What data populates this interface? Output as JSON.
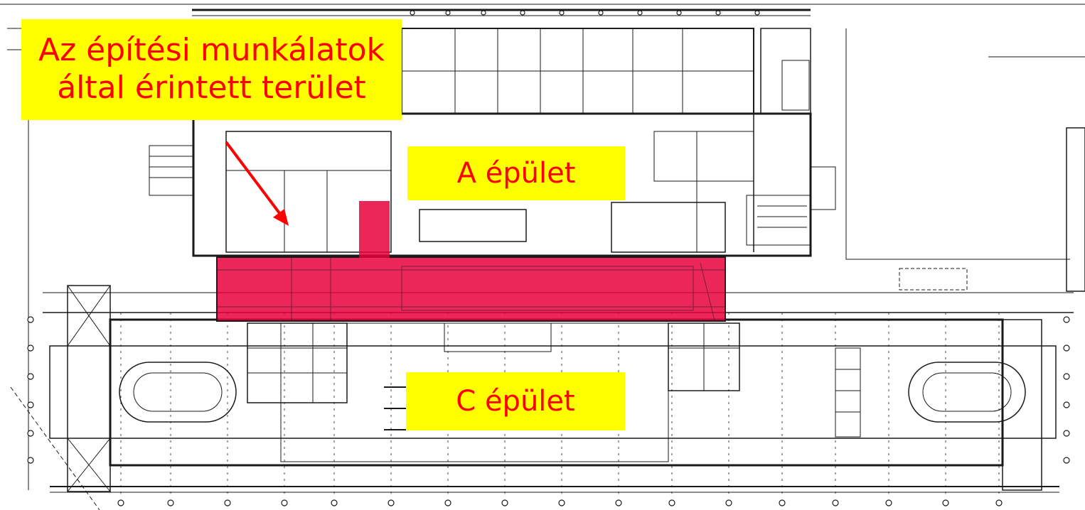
{
  "labels": {
    "affected_area_line1": "Az építési munkálatok",
    "affected_area_line2": "által érintett terület",
    "building_a": "A épület",
    "building_c": "C épület"
  },
  "colors": {
    "highlight": "#e8003c",
    "label_background": "#ffff00",
    "label_text": "#ff0000",
    "arrow": "#ff0000",
    "linework": "#1a1a1a"
  }
}
